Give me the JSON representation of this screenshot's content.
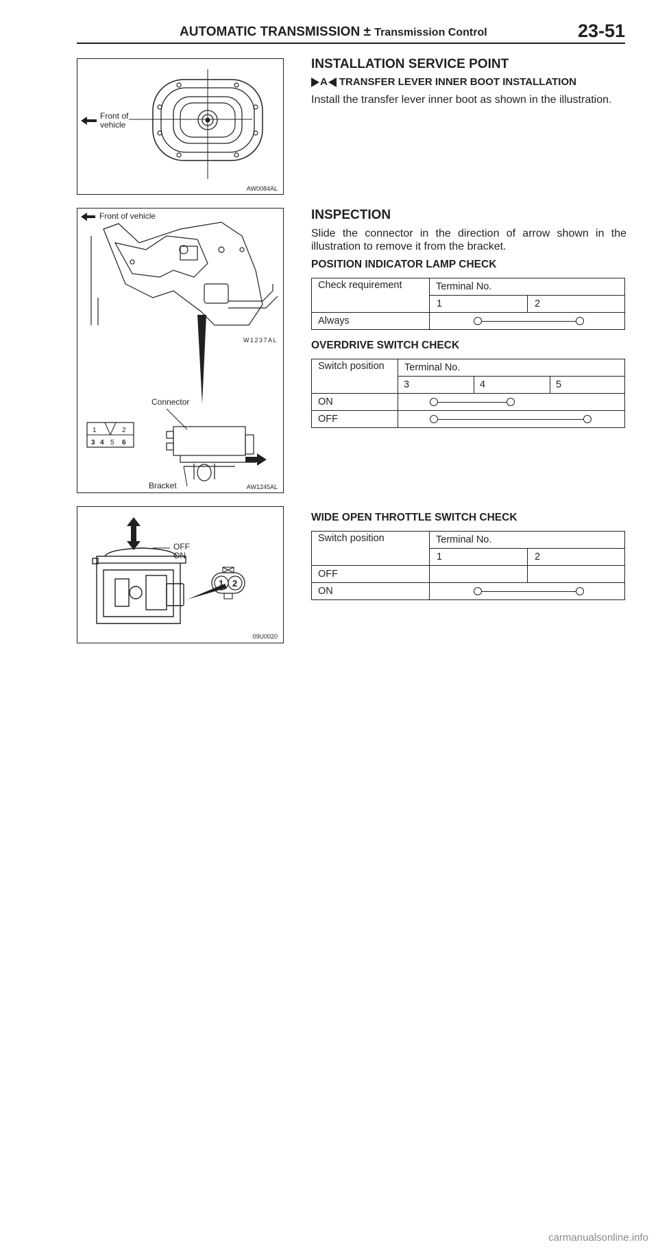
{
  "header": {
    "section": "AUTOMATIC TRANSMISSION",
    "separator": "±",
    "subsection": "Transmission Control",
    "page_number": "23-51"
  },
  "figures": {
    "boot": {
      "label_front": "Front of",
      "label_vehicle": "vehicle",
      "code": "AW0084AL"
    },
    "connector_top": {
      "label_front": "Front of vehicle",
      "code": "W1237AL"
    },
    "connector_bottom": {
      "label_connector": "Connector",
      "label_bracket": "Bracket",
      "code": "AW1245AL",
      "pins": [
        "1",
        "2",
        "3",
        "4",
        "5",
        "6"
      ]
    },
    "throttle": {
      "label_off": "OFF",
      "label_on": "ON",
      "code": "09U0020",
      "pins": [
        "1",
        "2"
      ]
    }
  },
  "installation": {
    "title": "INSTALLATION SERVICE POINT",
    "marker": "A",
    "subtitle": "TRANSFER LEVER INNER BOOT INSTALLATION",
    "text": "Install the transfer lever inner boot as shown in the illustration."
  },
  "inspection": {
    "title": "INSPECTION",
    "text": "Slide the connector in the direction of arrow shown in the illustration to remove it from the bracket."
  },
  "position_lamp": {
    "title": "POSITION INDICATOR LAMP CHECK",
    "col_req": "Check requirement",
    "col_term": "Terminal No.",
    "terminals": [
      "1",
      "2"
    ],
    "rows": [
      {
        "label": "Always"
      }
    ]
  },
  "overdrive": {
    "title": "OVERDRIVE SWITCH CHECK",
    "col_req": "Switch position",
    "col_term": "Terminal No.",
    "terminals": [
      "3",
      "4",
      "5"
    ],
    "rows": [
      {
        "label": "ON"
      },
      {
        "label": "OFF"
      }
    ]
  },
  "throttle_switch": {
    "title": "WIDE OPEN THROTTLE SWITCH CHECK",
    "col_req": "Switch position",
    "col_term": "Terminal No.",
    "terminals": [
      "1",
      "2"
    ],
    "rows": [
      {
        "label": "OFF"
      },
      {
        "label": "ON"
      }
    ]
  },
  "watermark": "carmanualsonline.info"
}
